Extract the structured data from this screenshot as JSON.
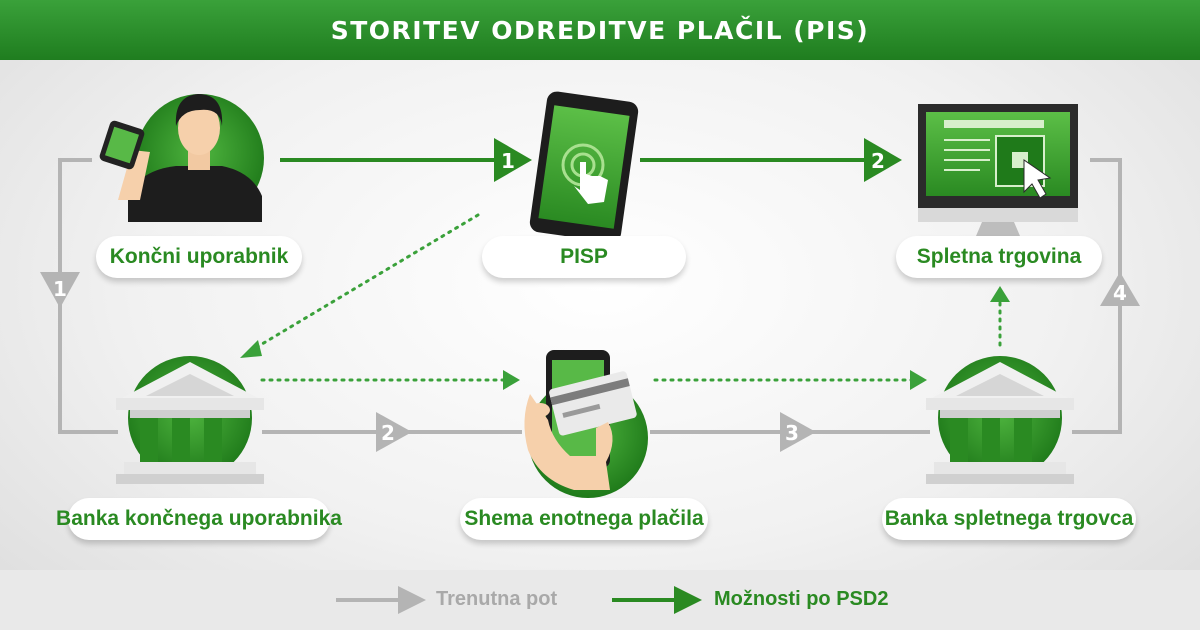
{
  "title": "STORITEV ODREDITVE PLAČIL (PIS)",
  "nodes": {
    "end_user": "Končni uporabnik",
    "pisp": "PISP",
    "online_shop": "Spletna trgovina",
    "user_bank": "Banka končnega uporabnika",
    "payment_scheme": "Shema enotnega plačila",
    "merchant_bank": "Banka spletnega trgovca"
  },
  "steps": {
    "green_1": "1",
    "green_2": "2",
    "grey_1": "1",
    "grey_2": "2",
    "grey_3": "3",
    "grey_4": "4"
  },
  "legend": {
    "current": "Trenutna pot",
    "psd2": "Možnosti po PSD2"
  },
  "colors": {
    "green": "#2a8a22",
    "dark_green": "#1f7d1f",
    "grey": "#b4b4b4"
  },
  "icons": [
    "person-with-phone-icon",
    "smartphone-tap-icon",
    "computer-monitor-icon",
    "bank-icon",
    "hand-card-phone-icon"
  ]
}
